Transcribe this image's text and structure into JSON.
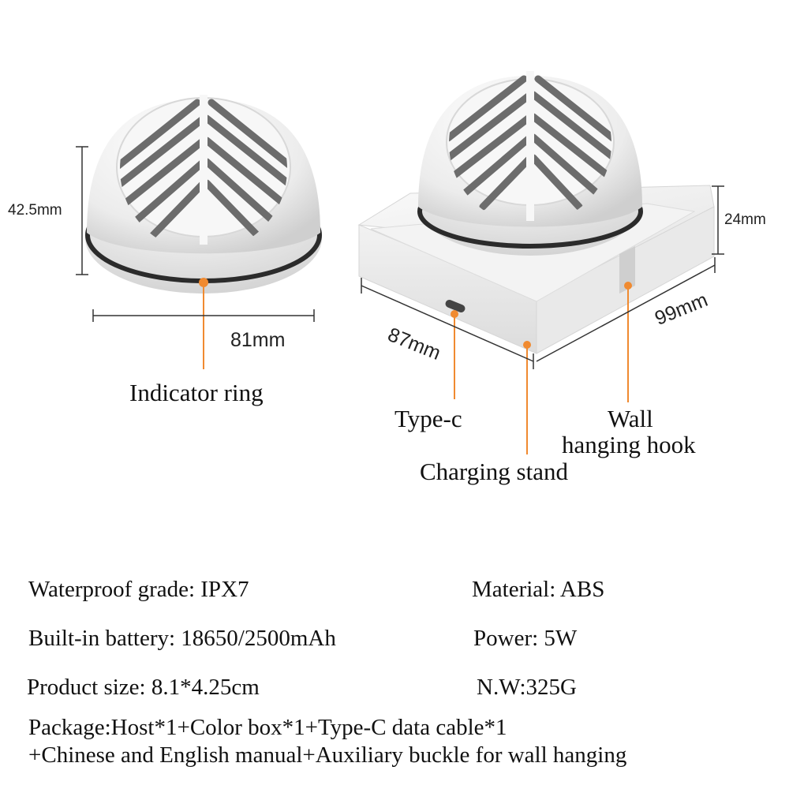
{
  "dimensions": {
    "left_height": "42.5mm",
    "left_width": "81mm",
    "right_height": "24mm",
    "right_depth": "87mm",
    "right_width": "99mm"
  },
  "callouts": {
    "indicator_ring": "Indicator ring",
    "type_c": "Type-c",
    "wall_hook_line1": "Wall",
    "wall_hook_line2": "hanging hook",
    "charging_stand": "Charging stand"
  },
  "specs": {
    "waterproof": "Waterproof grade: IPX7",
    "material": "Material: ABS",
    "battery": "Built-in battery: 18650/2500mAh",
    "power": "Power: 5W",
    "size": "Product size: 8.1*4.25cm",
    "weight": "N.W:325G",
    "package_line1": "Package:Host*1+Color box*1+Type-C data cable*1",
    "package_line2": "+Chinese and English manual+Auxiliary buckle for wall hanging"
  },
  "colors": {
    "accent": "#f08a30",
    "device": "#f4f4f4",
    "ring": "#2b2b2b"
  }
}
